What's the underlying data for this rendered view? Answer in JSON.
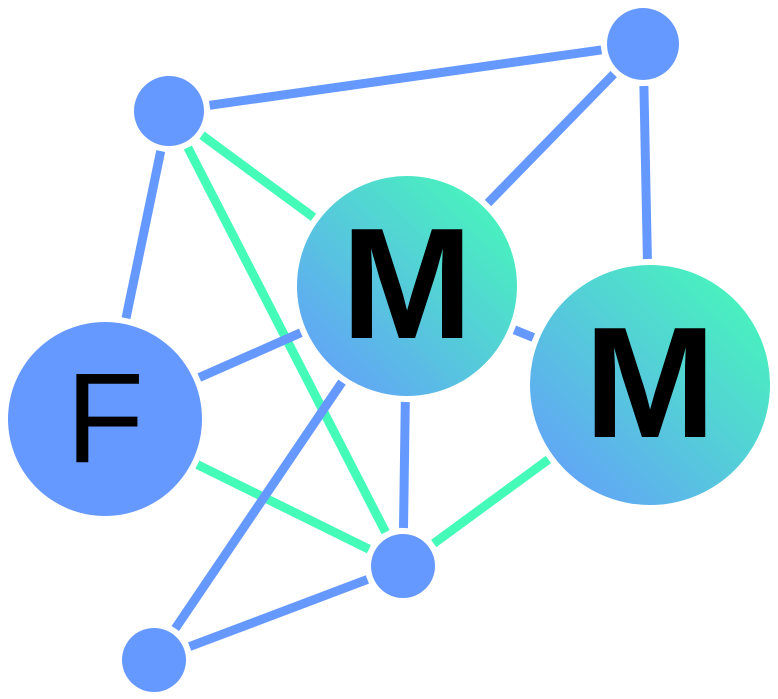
{
  "palette": {
    "node_blue": "#6699FF",
    "edge_blue": "#6699FF",
    "edge_green": "#44FBB8",
    "gradient_start": "#6699FF",
    "gradient_end": "#44FFB4",
    "label_color": "#000000"
  },
  "nodes": [
    {
      "id": "n-top-right",
      "style": "plain",
      "label": ""
    },
    {
      "id": "n-top-left",
      "style": "plain",
      "label": ""
    },
    {
      "id": "n-f",
      "style": "plain",
      "label": "F"
    },
    {
      "id": "n-m1",
      "style": "gradient",
      "label": "M"
    },
    {
      "id": "n-m2",
      "style": "gradient",
      "label": "M"
    },
    {
      "id": "n-bottom-center",
      "style": "plain",
      "label": ""
    },
    {
      "id": "n-bottom-left",
      "style": "plain",
      "label": ""
    }
  ],
  "edges": [
    {
      "from": "n-top-left",
      "to": "n-top-right",
      "color": "blue"
    },
    {
      "from": "n-top-right",
      "to": "n-m1",
      "color": "blue"
    },
    {
      "from": "n-top-right",
      "to": "n-m2",
      "color": "blue"
    },
    {
      "from": "n-top-left",
      "to": "n-f",
      "color": "blue"
    },
    {
      "from": "n-top-left",
      "to": "n-m1",
      "color": "green"
    },
    {
      "from": "n-top-left",
      "to": "n-bottom-center",
      "color": "green"
    },
    {
      "from": "n-f",
      "to": "n-m1",
      "color": "blue"
    },
    {
      "from": "n-f",
      "to": "n-bottom-center",
      "color": "green"
    },
    {
      "from": "n-m1",
      "to": "n-m2",
      "color": "blue"
    },
    {
      "from": "n-m1",
      "to": "n-bottom-center",
      "color": "blue"
    },
    {
      "from": "n-m1",
      "to": "n-bottom-left",
      "color": "blue"
    },
    {
      "from": "n-m2",
      "to": "n-bottom-center",
      "color": "green"
    },
    {
      "from": "n-bottom-center",
      "to": "n-bottom-left",
      "color": "blue"
    }
  ]
}
